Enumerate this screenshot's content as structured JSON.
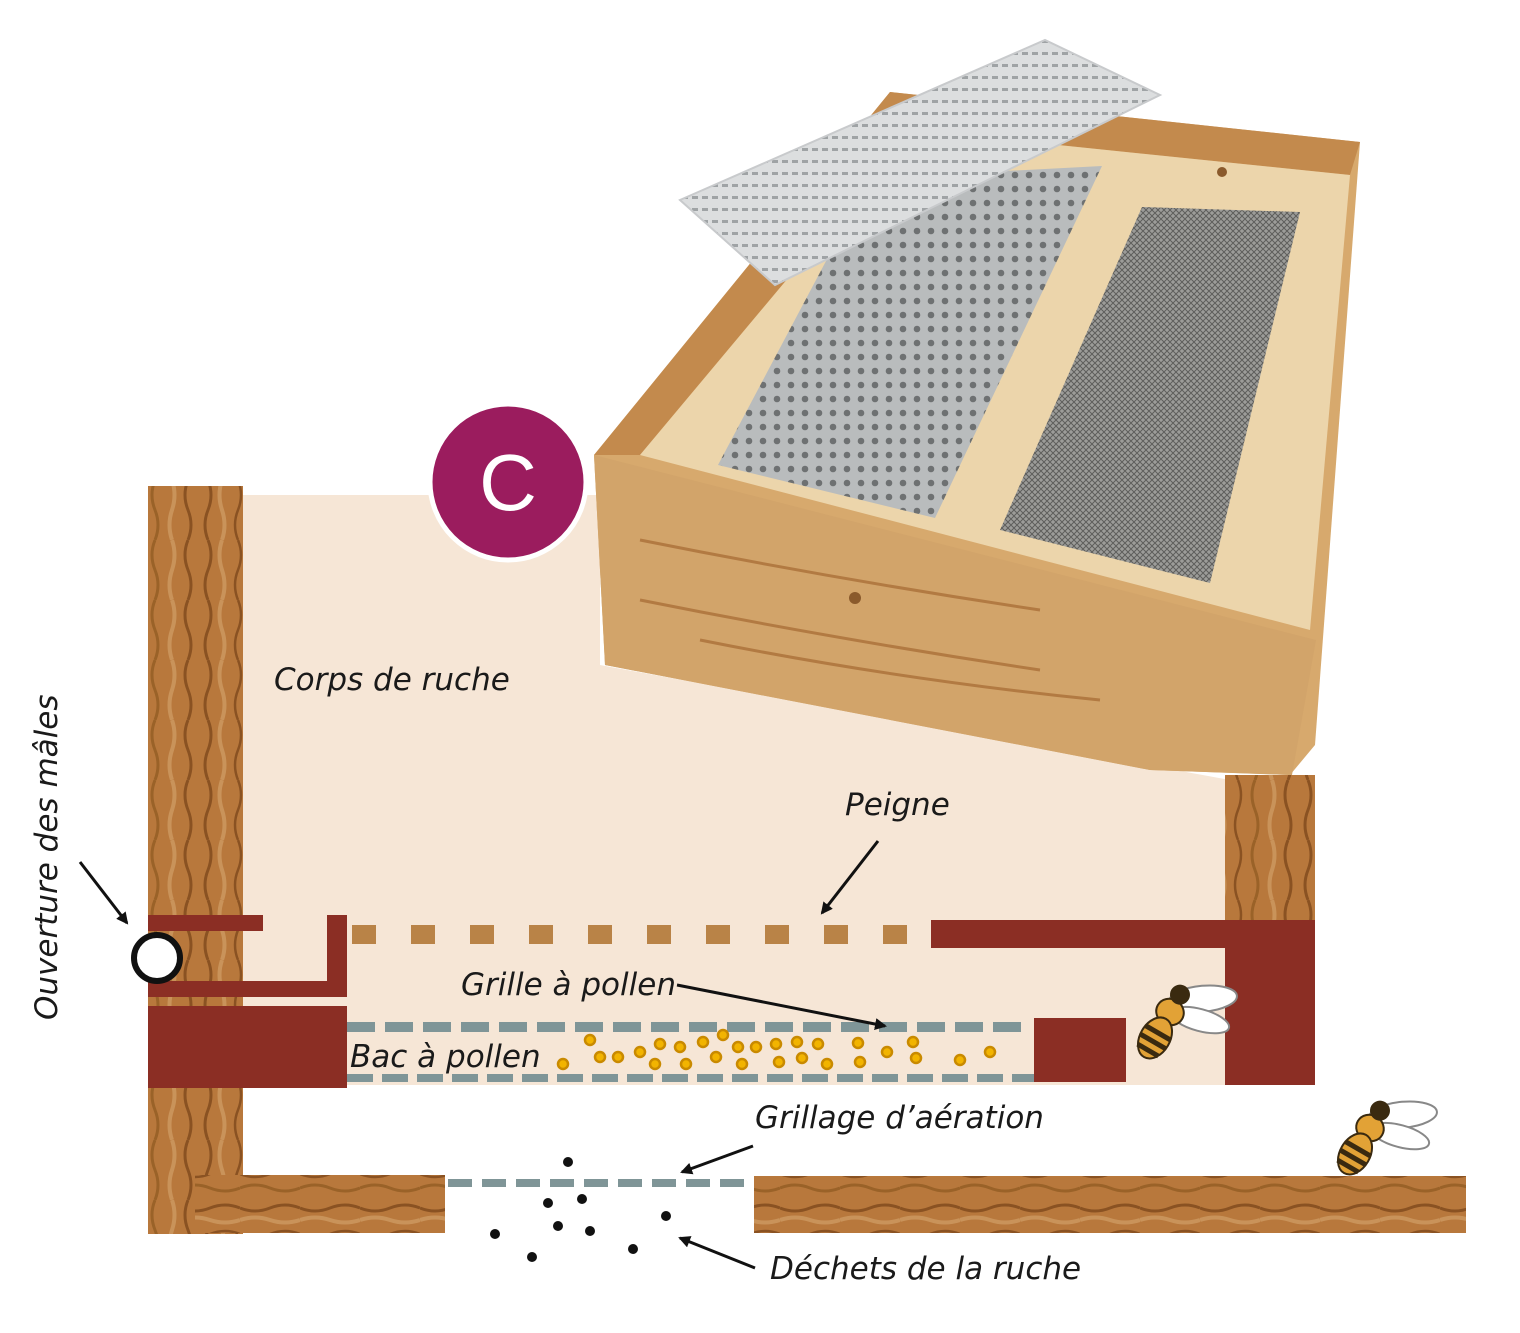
{
  "badge": {
    "letter": "C",
    "color": "#9b1c5e"
  },
  "labels": {
    "corps": "Corps de ruche",
    "peigne": "Peigne",
    "grille": "Grille à pollen",
    "bac": "Bac à pollen",
    "grillage": "Grillage d’aération",
    "dechets": "Déchets de la ruche",
    "ouverture": "Ouverture des mâles"
  },
  "colors": {
    "wood": "#b8783c",
    "wood_dark": "#8a5222",
    "rust": "#8b2e24",
    "hive_interior": "#f6e6d6",
    "comb_dash": "#b98347",
    "grid_dash": "#7f9597",
    "pollen": "#f2b400"
  },
  "icons": [
    "bee-icon",
    "bee-icon",
    "arrow-icon",
    "circle-opening-icon"
  ]
}
